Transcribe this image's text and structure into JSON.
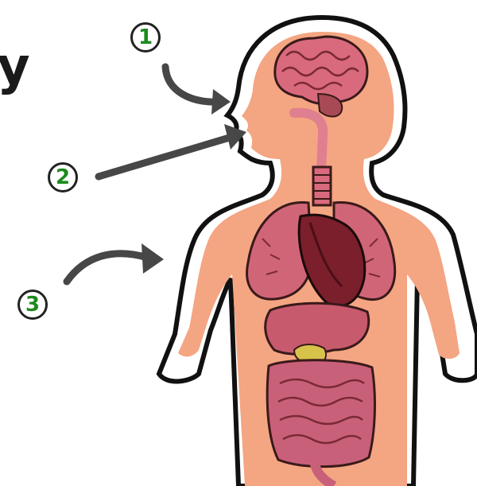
{
  "title_fragment": "y",
  "markers": [
    {
      "label": "1"
    },
    {
      "label": "2"
    },
    {
      "label": "3"
    }
  ],
  "colors": {
    "skin": "#f4a582",
    "skin_inner": "#f7b896",
    "outline": "#111111",
    "organ": "#c0586b",
    "heart": "#7a1f2b",
    "marker_text": "#1d8a1d",
    "arrow": "#474747"
  }
}
